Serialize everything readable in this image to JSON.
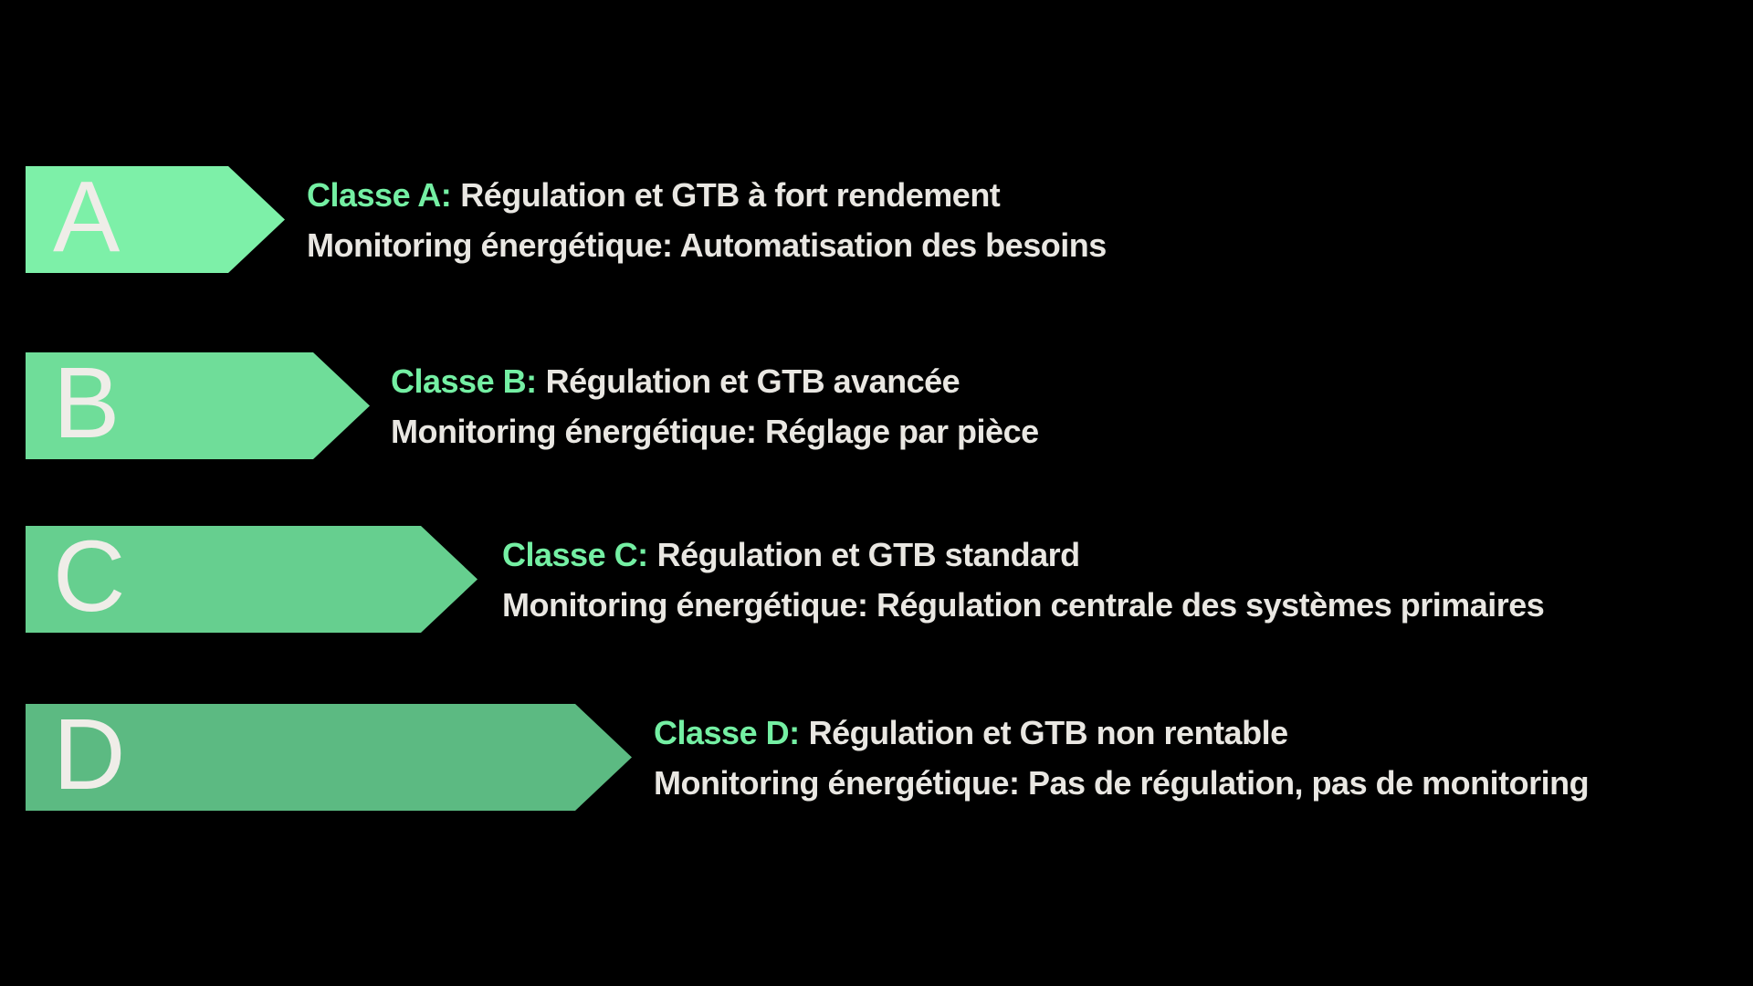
{
  "page": {
    "background": "#000000"
  },
  "colors": {
    "label_green": "#74EFA3",
    "text_white": "#E9E7E2",
    "letter_white": "#EFEDE8",
    "arrow_a": "#7DF0A8",
    "arrow_b": "#6FDD99",
    "arrow_c": "#66CF8F",
    "arrow_d": "#5CBA82"
  },
  "classes": [
    {
      "letter": "A",
      "label": "Classe A:",
      "title": "Régulation et GTB à fort rendement",
      "monitoring": "Monitoring énergétique: Automatisation des besoins",
      "arrow_color": "#7DF0A8"
    },
    {
      "letter": "B",
      "label": "Classe B:",
      "title": "Régulation et GTB avancée",
      "monitoring": "Monitoring énergétique: Réglage par pièce",
      "arrow_color": "#6FDD99"
    },
    {
      "letter": "C",
      "label": "Classe C:",
      "title": "Régulation et GTB standard",
      "monitoring": "Monitoring énergétique: Régulation centrale des systèmes primaires",
      "arrow_color": "#66CF8F"
    },
    {
      "letter": "D",
      "label": "Classe D:",
      "title": "Régulation et GTB non rentable",
      "monitoring": "Monitoring énergétique: Pas de régulation, pas de monitoring",
      "arrow_color": "#5CBA82"
    }
  ]
}
